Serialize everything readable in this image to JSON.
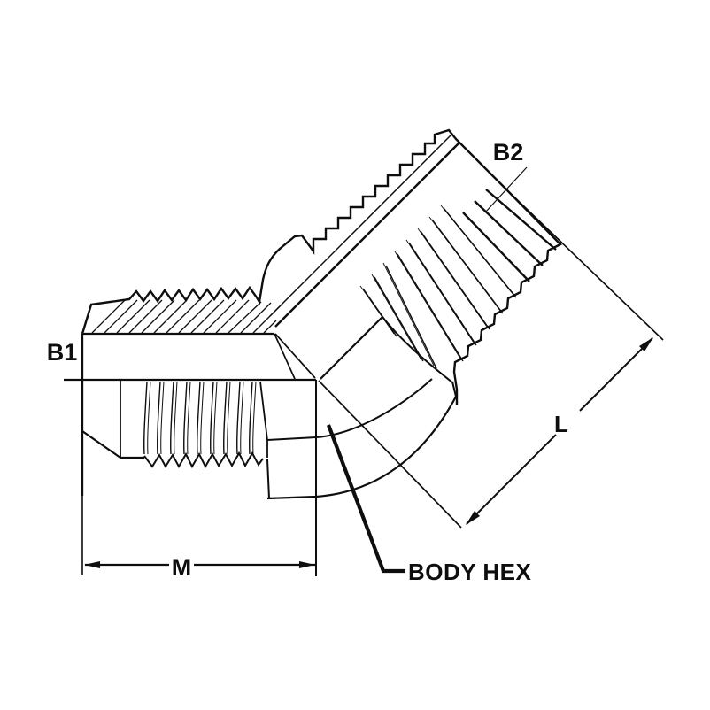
{
  "drawing": {
    "background_color": "#ffffff",
    "line_color": "#0e0e0e",
    "labels": {
      "b1": "B1",
      "b2": "B2",
      "l": "L",
      "m": "M",
      "body_hex": "BODY HEX"
    }
  }
}
